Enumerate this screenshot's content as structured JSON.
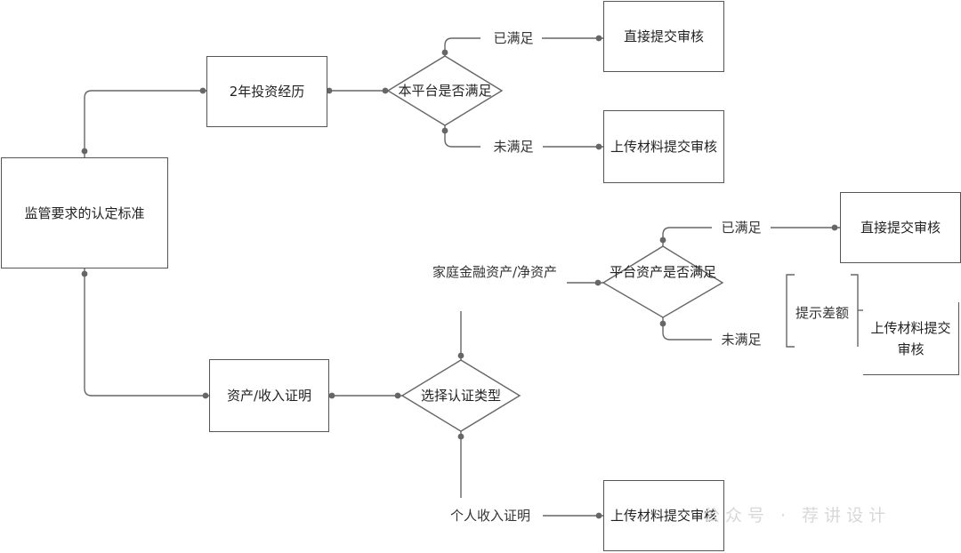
{
  "root": "监管要求的认定标准",
  "branch1": {
    "criterion": "2年投资经历",
    "decision": "本平台是否满足",
    "yes_label": "已满足",
    "yes_action": "直接提交审核",
    "no_label": "未满足",
    "no_action": "上传材料提交审核"
  },
  "branch2": {
    "criterion": "资产/收入证明",
    "decision": "选择认证类型",
    "option_assets": "家庭金融资产/净资产",
    "option_income": "个人收入证明",
    "income_action": "上传材料提交审核",
    "sub": {
      "decision": "平台资产是否满足",
      "yes_label": "已满足",
      "yes_action": "直接提交审核",
      "no_label": "未满足",
      "hint": "提示差额",
      "no_action": "上传材料提交审核"
    }
  },
  "watermark": "公众号 · 荐讲设计"
}
